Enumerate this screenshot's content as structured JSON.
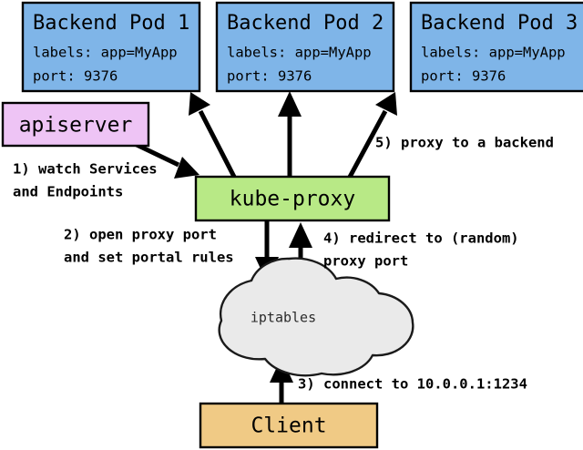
{
  "diagram": {
    "title": "kube-proxy service proxying flow",
    "background": "#ffffff",
    "colors": {
      "pod_fill": "#7fb5e8",
      "apiserver_fill": "#eec4f5",
      "kubeproxy_fill": "#b8e986",
      "client_fill": "#f0ca85",
      "cloud_fill": "#eaeaea",
      "stroke": "#000000",
      "text": "#000000"
    },
    "pods": [
      {
        "id": "backend-pod-1",
        "title": "Backend Pod 1",
        "labels_line": "labels: app=MyApp",
        "port_line": "port: 9376"
      },
      {
        "id": "backend-pod-2",
        "title": "Backend Pod 2",
        "labels_line": "labels: app=MyApp",
        "port_line": "port: 9376"
      },
      {
        "id": "backend-pod-3",
        "title": "Backend Pod 3",
        "labels_line": "labels: app=MyApp",
        "port_line": "port: 9376"
      }
    ],
    "nodes": {
      "apiserver": {
        "label": "apiserver"
      },
      "kube_proxy": {
        "label": "kube-proxy"
      },
      "iptables": {
        "label": "iptables"
      },
      "client": {
        "label": "Client"
      }
    },
    "steps": [
      {
        "id": "step-1",
        "number": "1)",
        "line1": "1) watch Services",
        "line2": "and Endpoints",
        "from": "apiserver",
        "to": "kube-proxy"
      },
      {
        "id": "step-2",
        "number": "2)",
        "line1": "2) open proxy port",
        "line2": "and set portal rules",
        "from": "kube-proxy",
        "to": "iptables"
      },
      {
        "id": "step-3",
        "number": "3)",
        "line1": "3) connect to 10.0.0.1:1234",
        "line2": "",
        "from": "client",
        "to": "iptables"
      },
      {
        "id": "step-4",
        "number": "4)",
        "line1": "4) redirect to (random)",
        "line2": "proxy port",
        "from": "iptables",
        "to": "kube-proxy"
      },
      {
        "id": "step-5",
        "number": "5)",
        "line1": "5) proxy to a backend",
        "line2": "",
        "from": "kube-proxy",
        "to": "backend-pod"
      }
    ]
  }
}
